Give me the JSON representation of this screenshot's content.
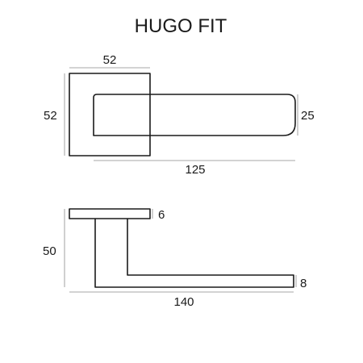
{
  "title": "HUGO FIT",
  "top_view": {
    "rose_width": "52",
    "rose_height": "52",
    "lever_height": "25",
    "overall_length": "125"
  },
  "side_view": {
    "rose_thickness": "6",
    "projection": "50",
    "lever_thickness": "8",
    "overall_length": "140"
  },
  "colors": {
    "outline": "#1a1a1a",
    "dimension_line": "#8a8a8a",
    "background": "#ffffff"
  }
}
